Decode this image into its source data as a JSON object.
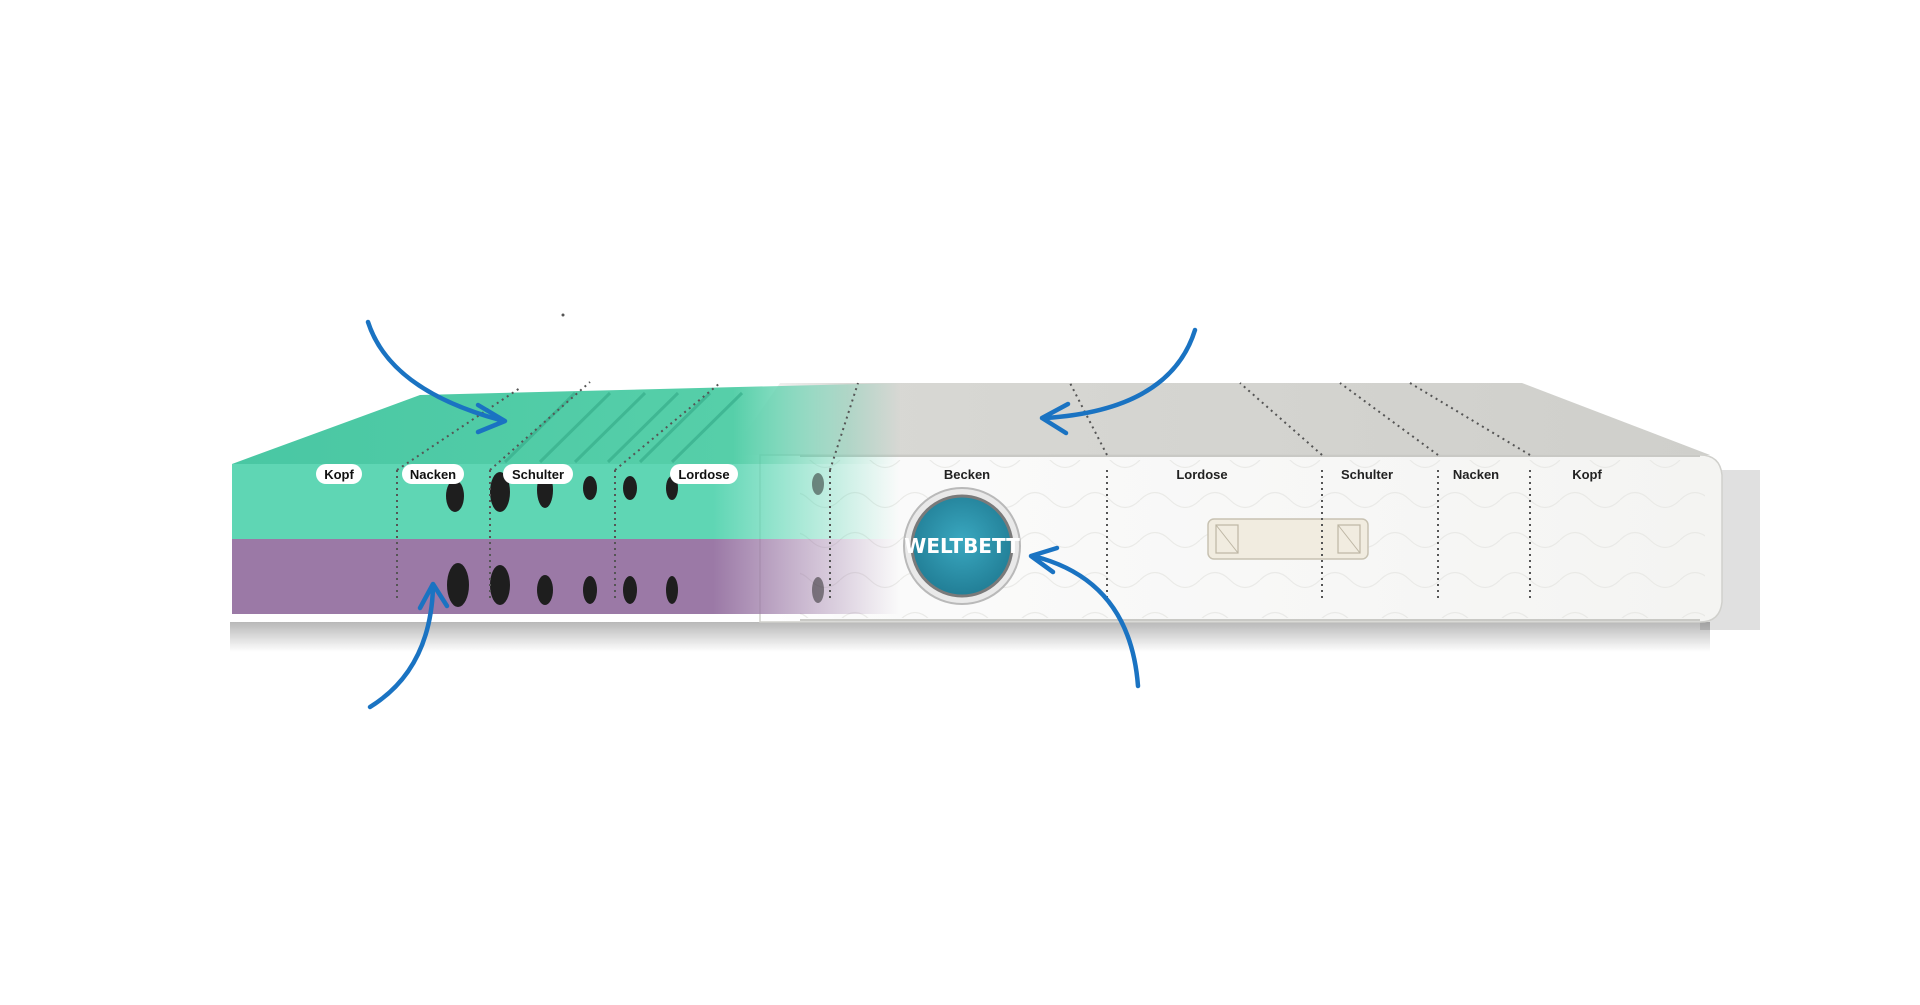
{
  "diagram": {
    "foam_zone_labels": [
      {
        "key": "kopf",
        "text": "Kopf"
      },
      {
        "key": "nacken",
        "text": "Nacken"
      },
      {
        "key": "schulter",
        "text": "Schulter"
      },
      {
        "key": "lordose",
        "text": "Lordose"
      }
    ],
    "cover_zone_labels": [
      {
        "key": "becken",
        "text": "Becken"
      },
      {
        "key": "lordose",
        "text": "Lordose"
      },
      {
        "key": "schulter",
        "text": "Schulter"
      },
      {
        "key": "nacken",
        "text": "Nacken"
      },
      {
        "key": "kopf",
        "text": "Kopf"
      }
    ],
    "brand_logo": {
      "text": "WELTBETT"
    },
    "colors": {
      "foam_top_layer": "#5fd6b4",
      "foam_bottom_layer": "#9b79a6",
      "cover": "#ffffff",
      "arrow": "#1a73c2",
      "logo_fill": "#2a8fa6"
    },
    "icons": [
      "arrow-icon",
      "handle-icon",
      "logo-badge"
    ]
  }
}
